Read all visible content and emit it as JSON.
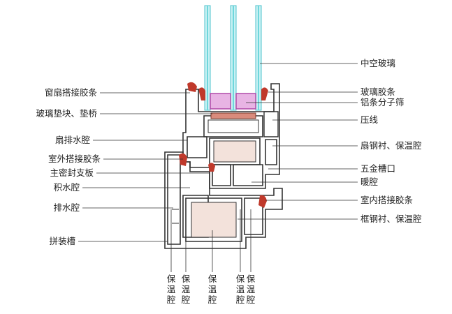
{
  "labels_left": [
    "窗扇搭接胶条",
    "玻璃垫块、垫桥",
    "扇排水腔",
    "室外搭接胶条",
    "主密封支板",
    "积水腔",
    "排水腔",
    "拼装槽"
  ],
  "labels_right": [
    "中空玻璃",
    "玻璃胶条",
    "铝条分子筛",
    "压线",
    "扇钢衬、保温腔",
    "五金槽口",
    "暖腔",
    "室内搭接胶条",
    "框钢衬、保温腔"
  ],
  "labels_bottom": [
    "保温腔",
    "保温腔",
    "保温腔",
    "保温腔",
    "保温腔"
  ],
  "colors": {
    "glass": "#6fd6dc",
    "gasket": "#c0392b",
    "spacer": "#b04aa8",
    "profile": "#333333",
    "steel": "#e6c9c0"
  }
}
